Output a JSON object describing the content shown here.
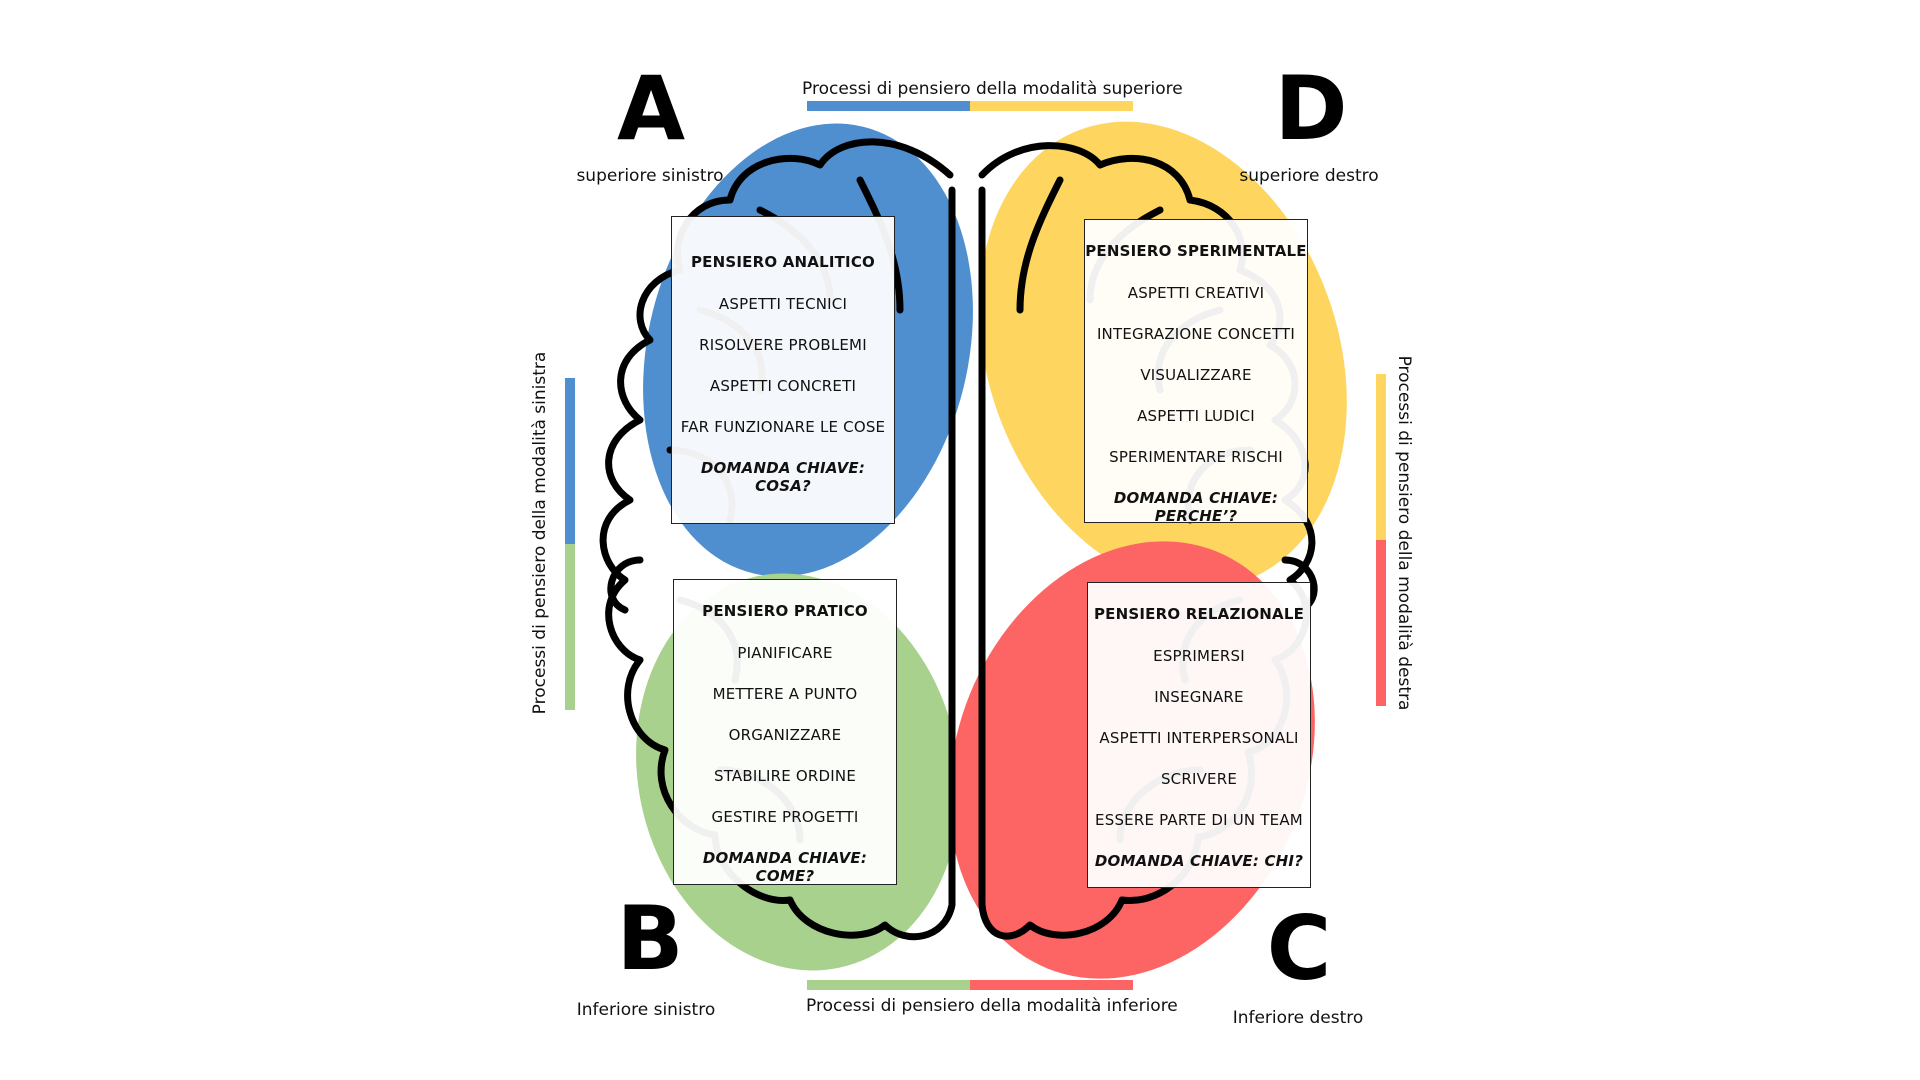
{
  "axes": {
    "top": "Processi di pensiero della modalità superiore",
    "bottom": "Processi di pensiero della modalità inferiore",
    "left": "Processi di pensiero della modalità sinistra",
    "right": "Processi di pensiero della modalità destra"
  },
  "quadrants": {
    "A": {
      "letter": "A",
      "label": "superiore sinistro"
    },
    "B": {
      "letter": "B",
      "label": "Inferiore sinistro"
    },
    "C": {
      "letter": "C",
      "label": "Inferiore destro"
    },
    "D": {
      "letter": "D",
      "label": "superiore destro"
    }
  },
  "cards": {
    "A": {
      "title": "PENSIERO ANALITICO",
      "items": [
        "ASPETTI TECNICI",
        "RISOLVERE PROBLEMI",
        "ASPETTI CONCRETI",
        "FAR FUNZIONARE LE COSE"
      ],
      "key": "DOMANDA CHIAVE: COSA?"
    },
    "D": {
      "title": "PENSIERO SPERIMENTALE",
      "items": [
        "ASPETTI CREATIVI",
        "INTEGRAZIONE CONCETTI",
        "VISUALIZZARE",
        "ASPETTI LUDICI",
        "SPERIMENTARE RISCHI"
      ],
      "key": "DOMANDA CHIAVE: PERCHE’?"
    },
    "B": {
      "title": "PENSIERO PRATICO",
      "items": [
        "PIANIFICARE",
        "METTERE A PUNTO",
        "ORGANIZZARE",
        "STABILIRE ORDINE",
        "GESTIRE PROGETTI"
      ],
      "key": "DOMANDA CHIAVE: COME?"
    },
    "C": {
      "title": "PENSIERO RELAZIONALE",
      "items": [
        "ESPRIMERSI",
        "INSEGNARE",
        "ASPETTI INTERPERSONALI",
        "SCRIVERE",
        "ESSERE PARTE DI UN TEAM"
      ],
      "key": "DOMANDA CHIAVE: CHI?"
    }
  },
  "colors": {
    "blue": "#4f8fd0",
    "yellow": "#fdd55f",
    "green": "#a9d18e",
    "red": "#fd6464"
  }
}
